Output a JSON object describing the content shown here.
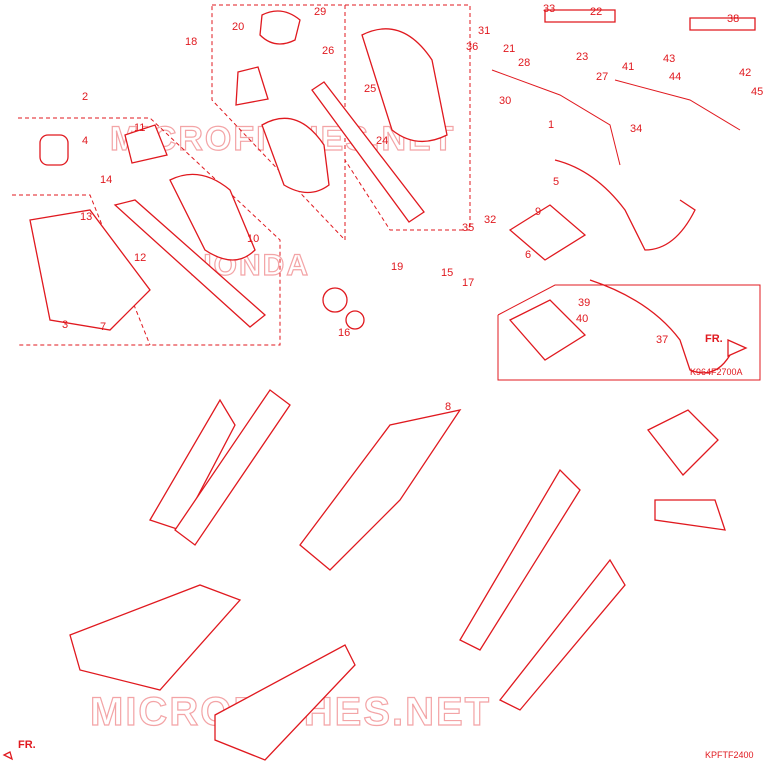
{
  "accent_color": "#e0191f",
  "watermark": {
    "top": "MICROFICHES.NET",
    "bottom": "MICROFICHES.NET",
    "brand": "HONDA"
  },
  "diagram_codes": {
    "upper": "K964F2700A",
    "lower": "KPFTF2400"
  },
  "direction_marker": "FR.",
  "callouts": [
    "1",
    "2",
    "3",
    "4",
    "5",
    "6",
    "7",
    "8",
    "9",
    "10",
    "11",
    "12",
    "13",
    "14",
    "15",
    "16",
    "17",
    "18",
    "19",
    "20",
    "21",
    "22",
    "23",
    "24",
    "25",
    "26",
    "27",
    "28",
    "29",
    "30",
    "31",
    "32",
    "33",
    "34",
    "35",
    "36",
    "37",
    "38",
    "39",
    "40",
    "41",
    "42",
    "43",
    "44",
    "45"
  ]
}
